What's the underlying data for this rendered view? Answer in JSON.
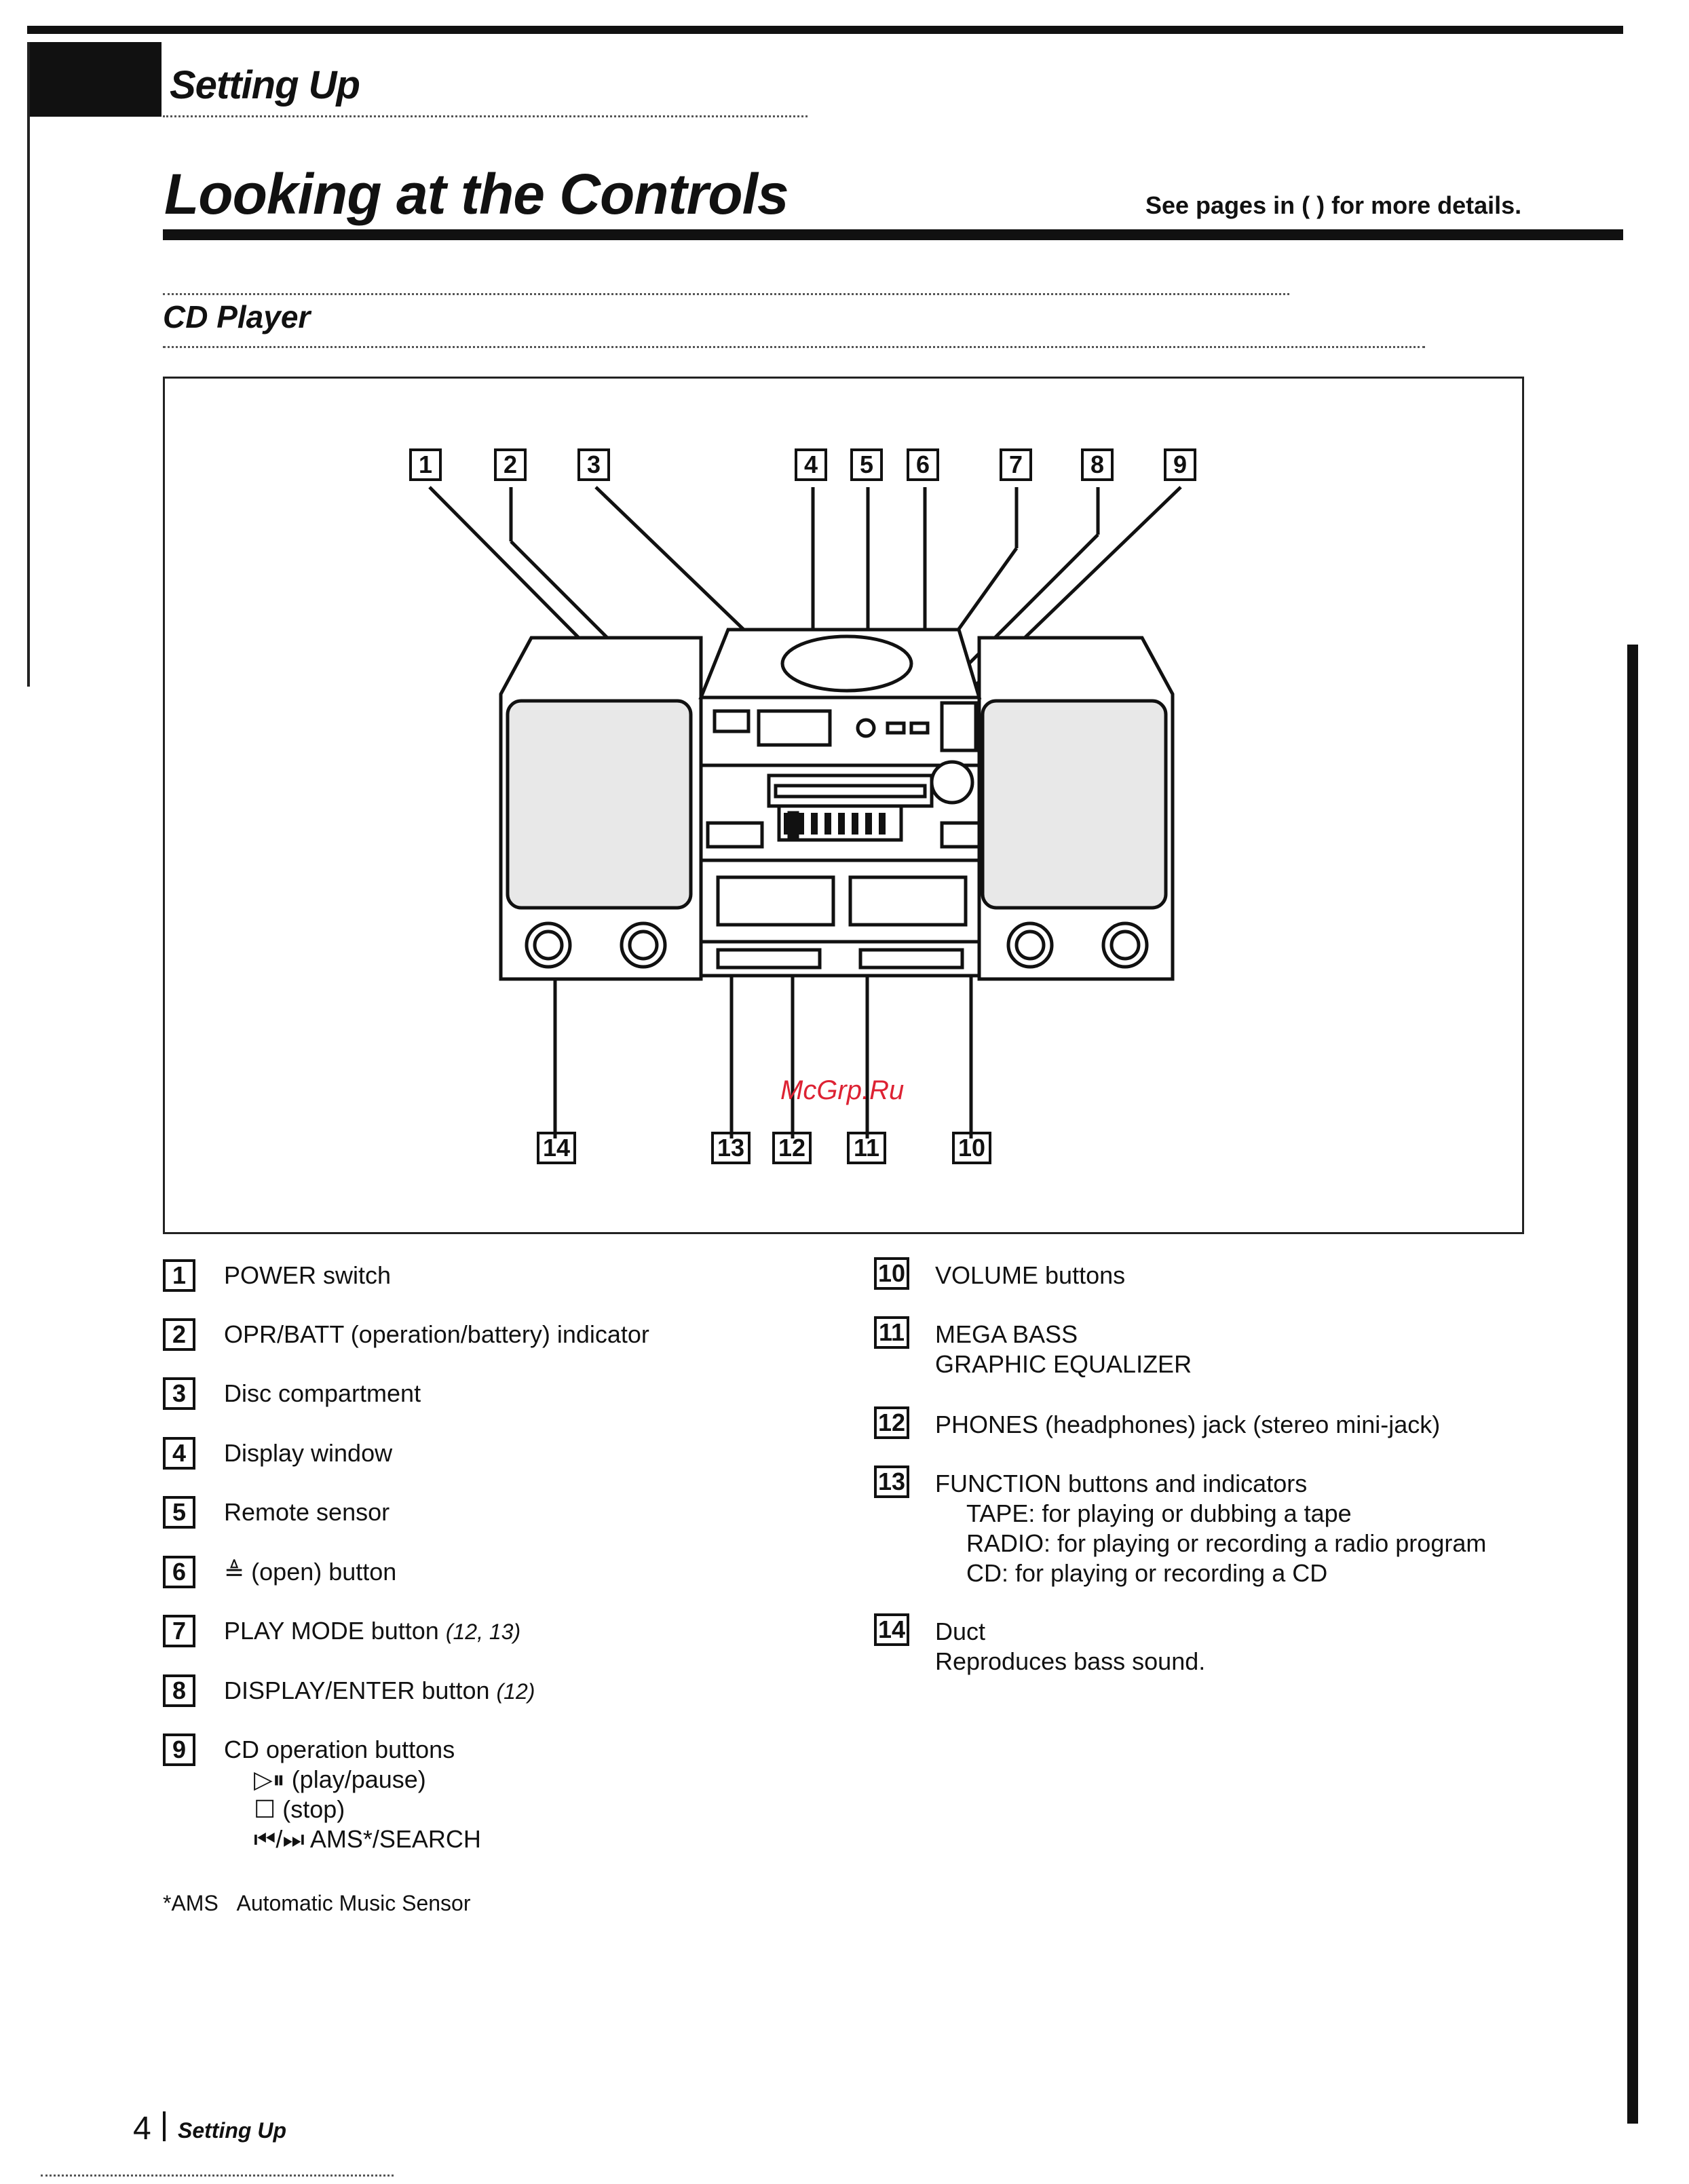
{
  "header": {
    "section": "Setting Up",
    "title": "Looking at the Controls",
    "see_pages": "See pages in (    ) for more details."
  },
  "subsection": "CD Player",
  "figure": {
    "top_callouts": [
      "1",
      "2",
      "3",
      "4",
      "5",
      "6",
      "7",
      "8",
      "9"
    ],
    "bottom_callouts": [
      "14",
      "13",
      "12",
      "11",
      "10"
    ],
    "watermark": "McGrp.Ru"
  },
  "left_items": [
    {
      "num": "1",
      "label": "POWER switch",
      "ref": ""
    },
    {
      "num": "2",
      "label": "OPR/BATT (operation/battery) indicator",
      "ref": ""
    },
    {
      "num": "3",
      "label": "Disc compartment",
      "ref": ""
    },
    {
      "num": "4",
      "label": "Display window",
      "ref": ""
    },
    {
      "num": "5",
      "label": "Remote sensor",
      "ref": ""
    },
    {
      "num": "6",
      "label": "≜ (open) button",
      "ref": ""
    },
    {
      "num": "7",
      "label": "PLAY MODE button",
      "ref": "(12, 13)"
    },
    {
      "num": "8",
      "label": "DISPLAY/ENTER button",
      "ref": "(12)"
    },
    {
      "num": "9",
      "label": "CD operation buttons",
      "ref": ""
    }
  ],
  "cd_ops": [
    "▷⏸ (play/pause)",
    "☐ (stop)",
    "⏮/⏭ AMS*/SEARCH"
  ],
  "footnote": {
    "mark": "*AMS",
    "text": "Automatic Music Sensor"
  },
  "right_items": [
    {
      "num": "10",
      "lines": [
        "VOLUME buttons"
      ]
    },
    {
      "num": "11",
      "lines": [
        "MEGA BASS",
        "GRAPHIC EQUALIZER"
      ]
    },
    {
      "num": "12",
      "lines": [
        "PHONES (headphones) jack (stereo mini-jack)"
      ]
    },
    {
      "num": "13",
      "lines": [
        "FUNCTION buttons and indicators"
      ]
    },
    {
      "num": "14",
      "lines": [
        "Duct",
        "Reproduces bass sound."
      ]
    }
  ],
  "function_sub": [
    "TAPE: for playing or dubbing a tape",
    "RADIO: for playing or recording a radio program",
    "CD: for playing or recording a CD"
  ],
  "footer": {
    "page": "4",
    "section": "Setting Up"
  }
}
